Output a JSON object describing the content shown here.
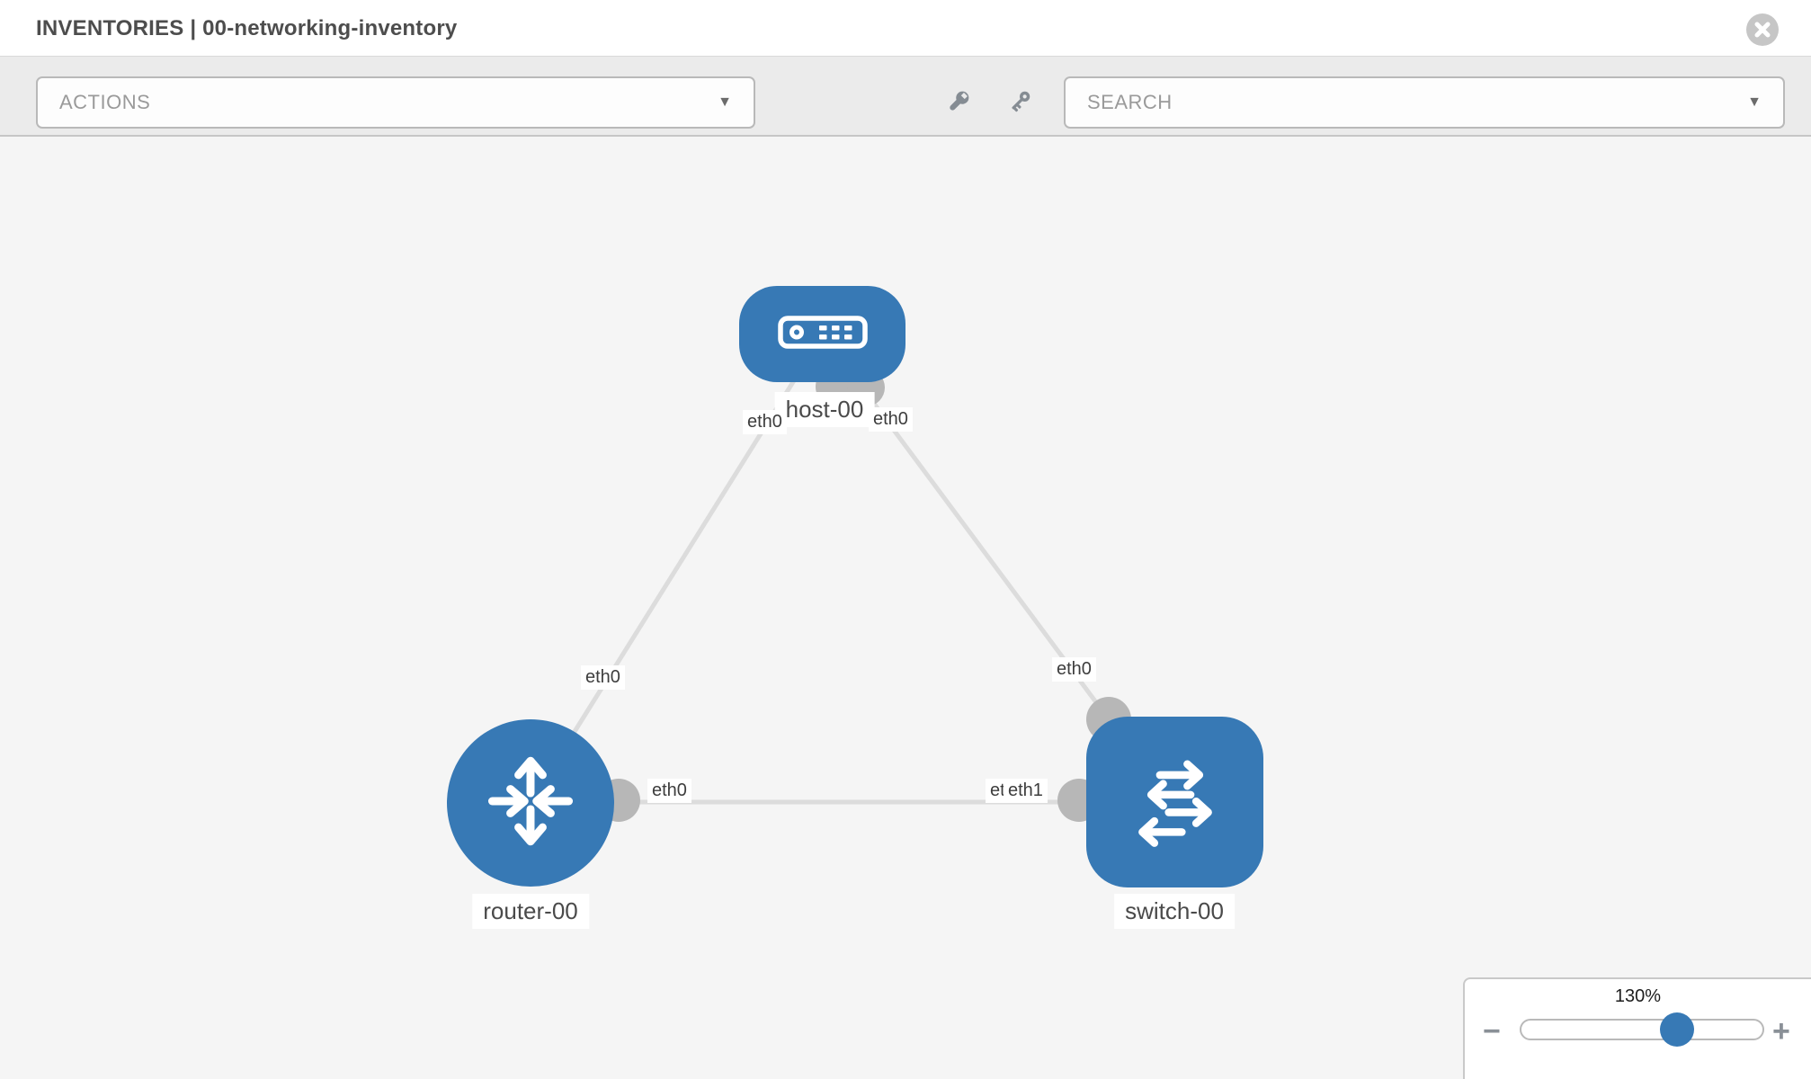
{
  "window": {
    "title": "INVENTORIES | 00-networking-inventory"
  },
  "toolbar": {
    "actions_label": "ACTIONS",
    "search_label": "SEARCH",
    "caret": "▼"
  },
  "icons": {
    "close": "circle-x-icon",
    "wrench": "wrench-icon",
    "key": "key-icon"
  },
  "topology": {
    "nodes": [
      {
        "id": "host-00",
        "type": "host",
        "label": "host-00",
        "shape": "rounded-rect"
      },
      {
        "id": "router-00",
        "type": "router",
        "label": "router-00",
        "shape": "circle"
      },
      {
        "id": "switch-00",
        "type": "switch",
        "label": "switch-00",
        "shape": "rounded-square"
      }
    ],
    "links": [
      {
        "source": "host-00",
        "source_interface": "eth0",
        "target": "router-00",
        "target_interface": "eth0"
      },
      {
        "source": "host-00",
        "source_interface": "eth0",
        "target": "switch-00",
        "target_interface": "eth0"
      },
      {
        "source": "router-00",
        "source_interface": "eth0",
        "target": "switch-00",
        "target_interface": "eth1"
      }
    ],
    "interface_labels": {
      "host_left": "eth0",
      "host_right": "eth0",
      "router_top": "eth0",
      "switch_top": "eth0",
      "router_right": "eth0",
      "switch_left_back": "eth0",
      "switch_left_front": "eth1"
    }
  },
  "zoom_control": {
    "value": "130%",
    "minus": "−",
    "plus": "+"
  },
  "colors": {
    "node_blue": "#3779b5",
    "link_gray": "#dcdcdc",
    "connector_gray": "#b7b7b7",
    "canvas_bg": "#f5f5f5",
    "toolbar_bg": "#ebebeb",
    "icon_gray": "#858c93"
  }
}
